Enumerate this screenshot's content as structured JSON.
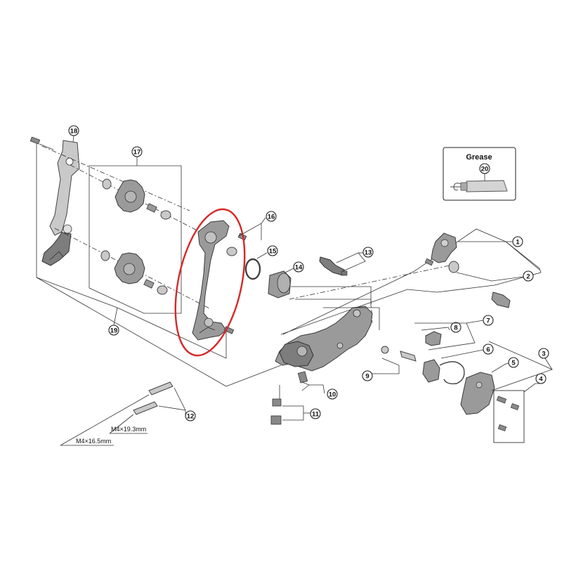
{
  "grease_box": {
    "title": "Grease",
    "ref": "20"
  },
  "dimensions": {
    "short_screw": "M4×19.3mm",
    "long_screw": "M4×16.5mm"
  },
  "callouts": [
    "1",
    "2",
    "3",
    "4",
    "5",
    "6",
    "7",
    "8",
    "9",
    "10",
    "11",
    "12",
    "13",
    "14",
    "15",
    "16",
    "17",
    "18",
    "19"
  ],
  "highlight": {
    "color": "#d62828",
    "target": "16"
  }
}
